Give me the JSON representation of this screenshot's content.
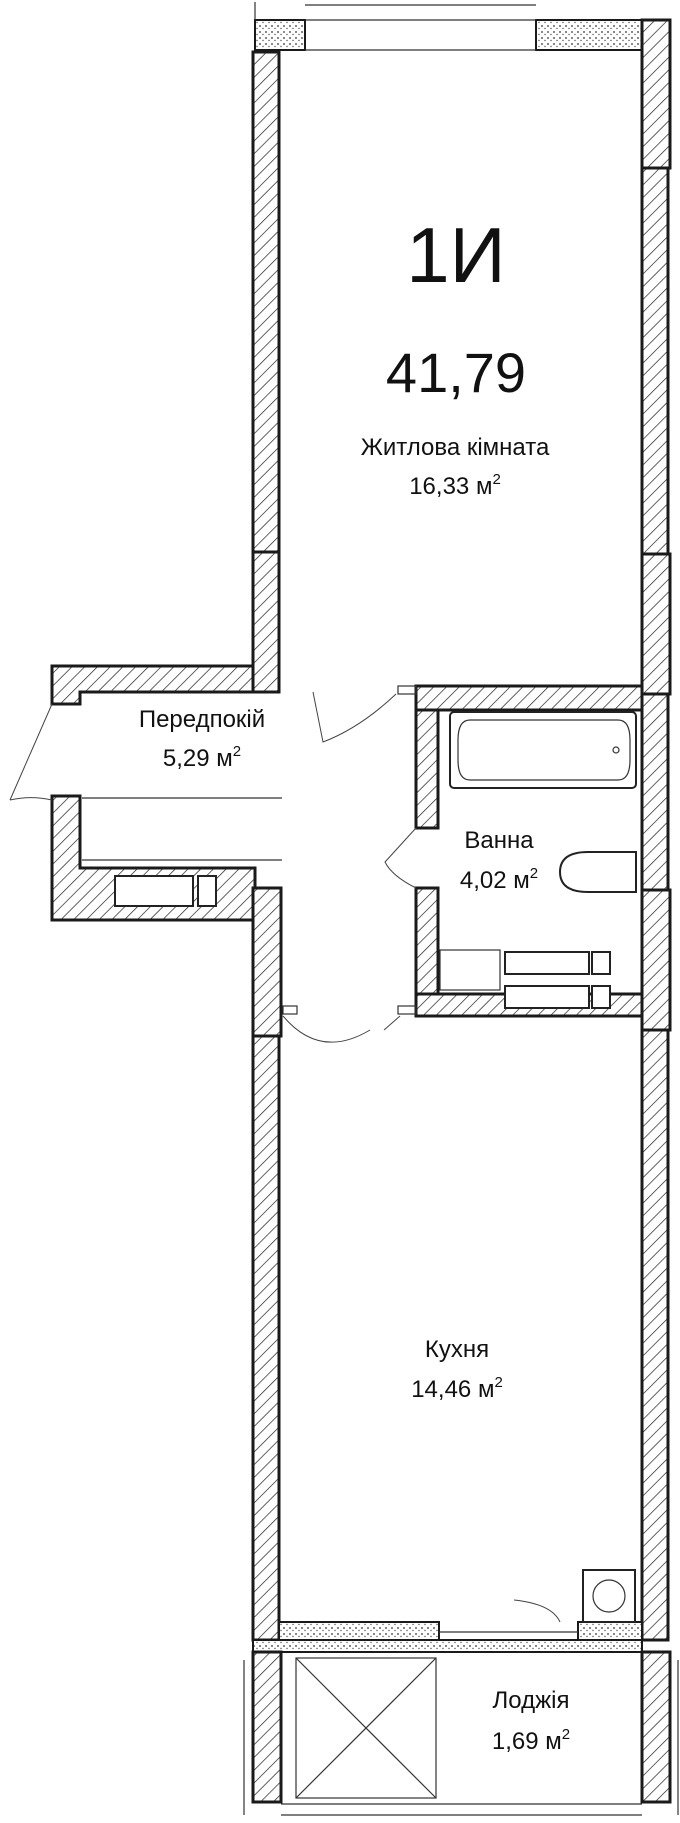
{
  "apartment": {
    "code": "1И",
    "total_area": "41,79"
  },
  "area_unit": "м",
  "area_unit_power": "2",
  "rooms": [
    {
      "id": "living",
      "name": "Житлова кімната",
      "area": "16,33"
    },
    {
      "id": "hall",
      "name": "Передпокій",
      "area": "5,29"
    },
    {
      "id": "bath",
      "name": "Ванна",
      "area": "4,02"
    },
    {
      "id": "kitchen",
      "name": "Кухня",
      "area": "14,46"
    },
    {
      "id": "loggia",
      "name": "Лоджія",
      "area": "1,69"
    }
  ]
}
